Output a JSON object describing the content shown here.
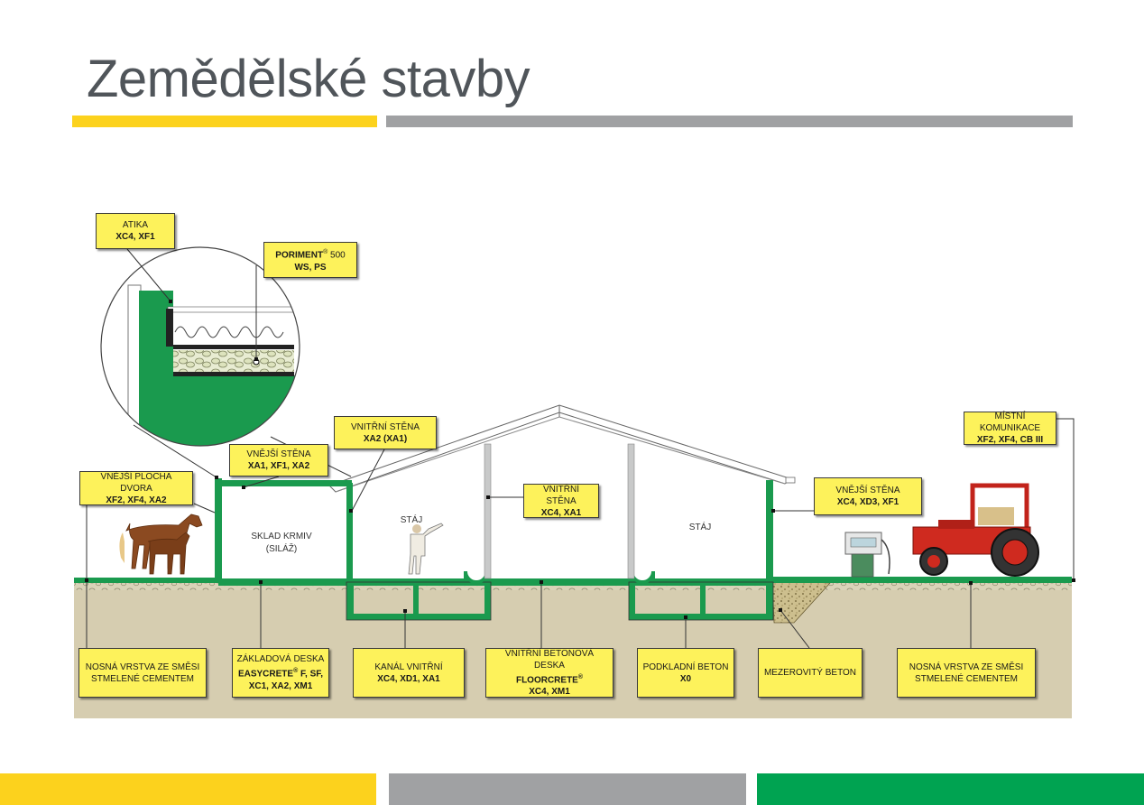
{
  "title": "Zemědělské stavby",
  "colors": {
    "yellow": "#fcd21d",
    "gray": "#a0a1a3",
    "green": "#00a351",
    "label_bg": "#fdf25b",
    "ground": "#d6cdb0",
    "structure": "#1a9a4e"
  },
  "labels": {
    "atika": {
      "l1": "ATIKA",
      "l2": "XC4, XF1"
    },
    "poriment": {
      "brand": "PORIMENT",
      "sup": "®",
      "suffix": " 500",
      "l2": "WS, PS"
    },
    "vnejsi_plocha": {
      "l1": "VNĚJŠÍ PLOCHA DVORA",
      "l2": "XF2, XF4, XA2"
    },
    "vnejsi_stena_left": {
      "l1": "VNĚJŠÍ STĚNA",
      "l2": "XA1, XF1, XA2"
    },
    "vnitrni_stena_top": {
      "l1": "VNITŘNÍ STĚNA",
      "l2": "XA2 (XA1)"
    },
    "vnitrni_stena_mid": {
      "l1": "VNITŘNÍ STĚNA",
      "l2": "XC4, XA1"
    },
    "vnejsi_stena_right": {
      "l1": "VNĚJŠÍ STĚNA",
      "l2": "XC4, XD3, XF1"
    },
    "mistni_komunikace": {
      "l1": "MÍSTNÍ KOMUNIKACE",
      "l2": "XF2, XF4, CB III"
    },
    "nosna_left": {
      "l1": "NOSNÁ VRSTVA ZE SMĚSI",
      "l2": "STMELENÉ CEMENTEM"
    },
    "zakladova": {
      "l1": "ZÁKLADOVÁ DESKA",
      "brand": "EASYCRETE",
      "sup": "®",
      "suffix": " F, SF,",
      "l3": "XC1, XA2, XM1"
    },
    "kanal": {
      "l1": "KANÁL VNITŘNÍ",
      "l2": "XC4, XD1, XA1"
    },
    "vnitrni_deska": {
      "l1": "VNITŘNÍ BETONOVÁ DESKA",
      "brand": "FLOORCRETE",
      "sup": "®",
      "l3": "XC4, XM1"
    },
    "podkladni": {
      "l1": "PODKLADNÍ BETON",
      "l2": "X0"
    },
    "mezerovity": {
      "l1": "MEZEROVITÝ BETON"
    },
    "nosna_right": {
      "l1": "NOSNÁ VRSTVA ZE SMĚSI",
      "l2": "STMELENÉ CEMENTEM"
    }
  },
  "rooms": {
    "sklad_l1": "SKLAD KRMIV",
    "sklad_l2": "(SILÁŽ)",
    "staj_left": "STÁJ",
    "staj_right": "STÁJ"
  }
}
